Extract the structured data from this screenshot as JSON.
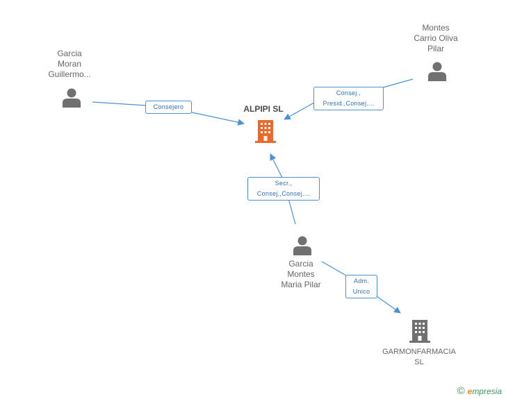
{
  "colors": {
    "edge": "#4a90d9",
    "person": "#707070",
    "main_company": "#f0672a",
    "company": "#707070",
    "label_text": "#666666"
  },
  "nodes": {
    "main": {
      "label": "ALPIPI SL",
      "icon": "building-icon"
    },
    "garcia_moran": {
      "label": "Garcia\nMoran\nGuillermo...",
      "icon": "person-icon"
    },
    "montes_carrio": {
      "label": "Montes\nCarrio Oliva\nPilar",
      "icon": "person-icon"
    },
    "garcia_montes": {
      "label": "Garcia\nMontes\nMaria Pilar",
      "icon": "person-icon"
    },
    "garmonfarmacia": {
      "label": "GARMONFARMACIA\nSL",
      "icon": "building-icon"
    }
  },
  "edges": {
    "garcia_moran_main": {
      "label": "Consejero"
    },
    "montes_carrio_main": {
      "label": "Consej.,\nPresid.,Consej...."
    },
    "garcia_montes_main": {
      "label": "Secr.,\nConsej.,Consej...."
    },
    "garcia_montes_garmon": {
      "label": "Adm.\nUnico"
    }
  },
  "brand": {
    "copyright": "©",
    "name_initial": "e",
    "name_rest": "mpresia"
  }
}
